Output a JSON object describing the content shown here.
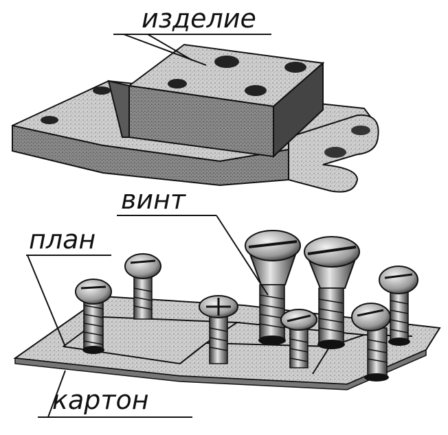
{
  "labels": {
    "izdelie": "изделие",
    "vint": "винт",
    "plan": "план",
    "karton": "картон"
  },
  "colors": {
    "ink": "#111111",
    "metal_light": "#d9d9d9",
    "metal_mid": "#a8a8a8",
    "metal_dark": "#5a5a5a",
    "cardboard": "#c8c8c8"
  }
}
